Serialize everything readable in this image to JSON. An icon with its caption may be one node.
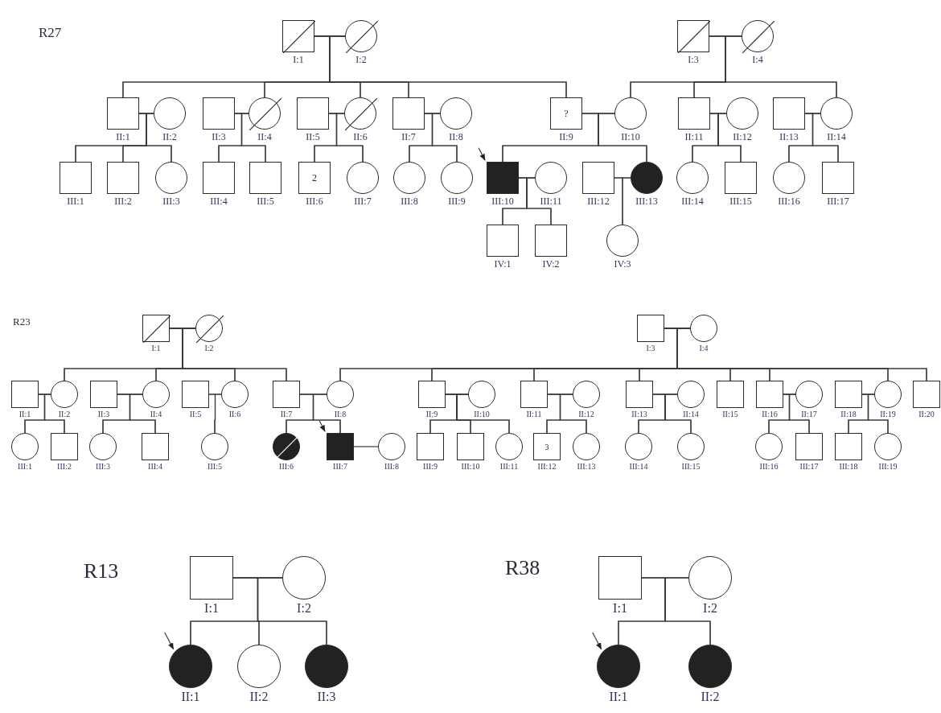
{
  "diagram": {
    "nodes": [
      {
        "text": [],
        "shape": "box",
        "beside": [
          "I:1"
        ]
      },
      {
        "text": [],
        "shape": "circle",
        "beside": [
          "I:2"
        ]
      },
      {
        "text": [],
        "shape": "box",
        "beside": [
          "I:3"
        ]
      },
      {
        "text": [],
        "shape": "circle",
        "beside": [
          "I:4"
        ]
      },
      {
        "text": [],
        "shape": "box",
        "beside": [
          "II:1"
        ]
      },
      {
        "text": [],
        "shape": "circle",
        "beside": [
          "II:2"
        ]
      },
      {
        "text": [],
        "shape": "box",
        "beside": [
          "II:3"
        ]
      },
      {
        "text": [],
        "shape": "circle",
        "beside": [
          "II:4"
        ]
      },
      {
        "text": [],
        "shape": "box",
        "beside": [
          "II:5"
        ]
      },
      {
        "text": [],
        "shape": "circle",
        "beside": [
          "II:6"
        ]
      },
      {
        "text": [],
        "shape": "box",
        "beside": [
          "II:7"
        ]
      },
      {
        "text": [],
        "shape": "circle",
        "beside": [
          "II:8"
        ]
      },
      {
        "text": [
          "?"
        ],
        "beside": [
          "II:9"
        ]
      },
      {
        "text": [],
        "shape": "circle",
        "beside": [
          "II:10"
        ]
      },
      {
        "text": [],
        "shape": "box",
        "beside": [
          "II:11"
        ]
      },
      {
        "text": [],
        "shape": "circle",
        "beside": [
          "II:12"
        ]
      },
      {
        "text": [],
        "shape": "box",
        "beside": [
          "II:13"
        ]
      },
      {
        "text": [],
        "shape": "circle",
        "beside": [
          "II:14"
        ]
      },
      {
        "text": [],
        "shape": "box",
        "beside": [
          "III:1"
        ]
      },
      {
        "text": [],
        "shape": "box",
        "beside": [
          "III:2"
        ]
      },
      {
        "text": [],
        "shape": "circle",
        "beside": [
          "III:3"
        ]
      },
      {
        "text": [],
        "shape": "box",
        "beside": [
          "III:4"
        ]
      },
      {
        "text": [],
        "shape": "box",
        "beside": [
          "III:5"
        ]
      },
      {
        "text": [
          "2"
        ],
        "beside": [
          "III:6"
        ]
      },
      {
        "text": [],
        "shape": "circle",
        "beside": [
          "III:7"
        ]
      },
      {
        "text": [],
        "shape": "circle",
        "beside": [
          "III:8"
        ]
      },
      {
        "text": [],
        "shape": "circle",
        "beside": [
          "III:9"
        ]
      },
      {
        "text": [],
        "shape": "box",
        "beside": [
          "III:10"
        ]
      },
      {
        "text": [],
        "shape": "circle",
        "beside": [
          "III:11"
        ]
      },
      {
        "text": [],
        "shape": "box",
        "beside": [
          "III:12"
        ]
      },
      {
        "text": [],
        "shape": "circle",
        "beside": [
          "III:13"
        ]
      },
      {
        "text": [],
        "shape": "circle",
        "beside": [
          "III:14"
        ]
      },
      {
        "text": [],
        "shape": "box",
        "beside": [
          "III:15"
        ]
      },
      {
        "text": [],
        "shape": "circle",
        "beside": [
          "III:16"
        ]
      },
      {
        "text": [],
        "shape": "box",
        "beside": [
          "III:17"
        ]
      },
      {
        "text": [],
        "shape": "box",
        "beside": [
          "IV:1"
        ]
      },
      {
        "text": [],
        "shape": "box",
        "beside": [
          "IV:2"
        ]
      },
      {
        "text": [],
        "shape": "circle",
        "beside": [
          "IV:3"
        ]
      },
      {
        "text": [],
        "shape": "box",
        "beside": [
          "I:1"
        ]
      },
      {
        "text": [],
        "shape": "circle",
        "beside": [
          "I:2"
        ]
      },
      {
        "text": [],
        "shape": "box",
        "beside": [
          "I:3"
        ]
      },
      {
        "text": [],
        "shape": "circle",
        "beside": [
          "I:4"
        ]
      },
      {
        "text": [],
        "shape": "box",
        "beside": [
          "II:1"
        ]
      },
      {
        "text": [],
        "shape": "circle",
        "beside": [
          "II:2"
        ]
      },
      {
        "text": [],
        "shape": "box",
        "beside": [
          "II:3"
        ]
      },
      {
        "text": [],
        "shape": "circle",
        "beside": [
          "II:4"
        ]
      },
      {
        "text": [],
        "shape": "box",
        "beside": [
          "II:5"
        ]
      },
      {
        "text": [],
        "shape": "circle",
        "beside": [
          "II:6"
        ]
      },
      {
        "text": [],
        "shape": "box",
        "beside": [
          "II:7"
        ]
      },
      {
        "text": [],
        "shape": "circle",
        "beside": [
          "II:8"
        ]
      },
      {
        "text": [],
        "shape": "box",
        "beside": [
          "II:9"
        ]
      },
      {
        "text": [],
        "shape": "circle",
        "beside": [
          "II:10"
        ]
      },
      {
        "text": [],
        "shape": "box",
        "beside": [
          "II:11"
        ]
      },
      {
        "text": [],
        "shape": "circle",
        "beside": [
          "II:12"
        ]
      },
      {
        "text": [],
        "shape": "box",
        "beside": [
          "II:13"
        ]
      },
      {
        "text": [],
        "shape": "circle",
        "beside": [
          "II:14"
        ]
      },
      {
        "text": [],
        "shape": "box",
        "beside": [
          "II:15"
        ]
      },
      {
        "text": [],
        "shape": "box",
        "beside": [
          "II:16"
        ]
      },
      {
        "text": [],
        "shape": "circle",
        "beside": [
          "II:17"
        ]
      },
      {
        "text": [],
        "shape": "box",
        "beside": [
          "II:18"
        ]
      },
      {
        "text": [],
        "shape": "circle",
        "beside": [
          "II:19"
        ]
      },
      {
        "text": [],
        "shape": "box",
        "beside": [
          "II:20"
        ]
      },
      {
        "text": [],
        "shape": "circle",
        "beside": [
          "III:1"
        ]
      },
      {
        "text": [],
        "shape": "box",
        "beside": [
          "III:2"
        ]
      },
      {
        "text": [],
        "shape": "circle",
        "beside": [
          "III:3"
        ]
      },
      {
        "text": [],
        "shape": "box",
        "beside": [
          "III:4"
        ]
      },
      {
        "text": [],
        "shape": "circle",
        "beside": [
          "III:5"
        ]
      },
      {
        "text": [],
        "shape": "circle",
        "beside": [
          "III:6"
        ]
      },
      {
        "text": [],
        "shape": "box",
        "beside": [
          "III:7"
        ]
      },
      {
        "text": [],
        "shape": "circle",
        "beside": [
          "III:8"
        ]
      },
      {
        "text": [],
        "shape": "box",
        "beside": [
          "III:9"
        ]
      },
      {
        "text": [],
        "shape": "box",
        "beside": [
          "III:10"
        ]
      },
      {
        "text": [],
        "shape": "circle",
        "beside": [
          "III:11"
        ]
      },
      {
        "text": [
          "3"
        ],
        "beside": [
          "III:12"
        ]
      },
      {
        "text": [],
        "shape": "circle",
        "beside": [
          "III:13"
        ]
      },
      {
        "text": [],
        "shape": "circle",
        "beside": [
          "III:14"
        ]
      },
      {
        "text": [],
        "shape": "circle",
        "beside": [
          "III:15"
        ]
      },
      {
        "text": [],
        "shape": "circle",
        "beside": [
          "III:16"
        ]
      },
      {
        "text": [],
        "shape": "box",
        "beside": [
          "III:17"
        ]
      },
      {
        "text": [],
        "shape": "box",
        "beside": [
          "III:18"
        ]
      },
      {
        "text": [],
        "shape": "circle",
        "beside": [
          "III:19"
        ]
      },
      {
        "text": [],
        "shape": "box",
        "beside": [
          "I:1"
        ]
      },
      {
        "text": [],
        "shape": "circle",
        "beside": [
          "I:2"
        ]
      },
      {
        "text": [],
        "shape": "circle",
        "beside": [
          "II:1"
        ]
      },
      {
        "text": [],
        "shape": "circle",
        "beside": [
          "II:2"
        ]
      },
      {
        "text": [],
        "shape": "circle",
        "beside": [
          "II:3"
        ]
      },
      {
        "text": [],
        "shape": "box",
        "beside": [
          "I:1"
        ]
      },
      {
        "text": [],
        "shape": "circle",
        "beside": [
          "I:2"
        ]
      },
      {
        "text": [],
        "shape": "circle",
        "beside": [
          "II:1"
        ]
      },
      {
        "text": [],
        "shape": "circle",
        "beside": [
          "II:2"
        ]
      }
    ],
    "edges": [
      {
        "from": 0,
        "to": 1,
        "arrow": "none"
      },
      {
        "from": 0,
        "to": 4,
        "arrow": "none"
      },
      {
        "from": 1,
        "to": 4,
        "arrow": "none"
      },
      {
        "from": 0,
        "to": 7,
        "arrow": "none"
      },
      {
        "from": 1,
        "to": 7,
        "arrow": "none"
      },
      {
        "from": 0,
        "to": 9,
        "arrow": "none"
      },
      {
        "from": 1,
        "to": 9,
        "arrow": "none"
      },
      {
        "from": 0,
        "to": 10,
        "arrow": "none"
      },
      {
        "from": 1,
        "to": 10,
        "arrow": "none"
      },
      {
        "from": 0,
        "to": 12,
        "arrow": "none"
      },
      {
        "from": 1,
        "to": 12,
        "arrow": "none"
      },
      {
        "from": 2,
        "to": 3,
        "arrow": "none"
      },
      {
        "from": 2,
        "to": 13,
        "arrow": "none"
      },
      {
        "from": 3,
        "to": 13,
        "arrow": "none"
      },
      {
        "from": 2,
        "to": 14,
        "arrow": "none"
      },
      {
        "from": 3,
        "to": 14,
        "arrow": "none"
      },
      {
        "from": 2,
        "to": 17,
        "arrow": "none"
      },
      {
        "from": 3,
        "to": 17,
        "arrow": "none"
      },
      {
        "from": 4,
        "to": 5,
        "arrow": "none"
      },
      {
        "from": 4,
        "to": 18,
        "arrow": "none"
      },
      {
        "from": 5,
        "to": 18,
        "arrow": "none"
      },
      {
        "from": 4,
        "to": 19,
        "arrow": "none"
      },
      {
        "from": 5,
        "to": 19,
        "arrow": "none"
      },
      {
        "from": 4,
        "to": 20,
        "arrow": "none"
      },
      {
        "from": 5,
        "to": 20,
        "arrow": "none"
      },
      {
        "from": 6,
        "to": 7,
        "arrow": "none"
      },
      {
        "from": 6,
        "to": 21,
        "arrow": "none"
      },
      {
        "from": 7,
        "to": 21,
        "arrow": "none"
      },
      {
        "from": 6,
        "to": 22,
        "arrow": "none"
      },
      {
        "from": 7,
        "to": 22,
        "arrow": "none"
      },
      {
        "from": 8,
        "to": 9,
        "arrow": "none"
      },
      {
        "from": 8,
        "to": 23,
        "arrow": "none"
      },
      {
        "from": 9,
        "to": 23,
        "arrow": "none"
      },
      {
        "from": 8,
        "to": 24,
        "arrow": "none"
      },
      {
        "from": 9,
        "to": 24,
        "arrow": "none"
      },
      {
        "from": 10,
        "to": 11,
        "arrow": "none"
      },
      {
        "from": 10,
        "to": 25,
        "arrow": "none"
      },
      {
        "from": 11,
        "to": 25,
        "arrow": "none"
      },
      {
        "from": 10,
        "to": 26,
        "arrow": "none"
      },
      {
        "from": 11,
        "to": 26,
        "arrow": "none"
      },
      {
        "from": 12,
        "to": 13,
        "arrow": "none"
      },
      {
        "from": 12,
        "to": 27,
        "arrow": "none"
      },
      {
        "from": 13,
        "to": 27,
        "arrow": "none"
      },
      {
        "from": 12,
        "to": 30,
        "arrow": "none"
      },
      {
        "from": 13,
        "to": 30,
        "arrow": "none"
      },
      {
        "from": 14,
        "to": 15,
        "arrow": "none"
      },
      {
        "from": 14,
        "to": 31,
        "arrow": "none"
      },
      {
        "from": 15,
        "to": 31,
        "arrow": "none"
      },
      {
        "from": 14,
        "to": 32,
        "arrow": "none"
      },
      {
        "from": 15,
        "to": 32,
        "arrow": "none"
      },
      {
        "from": 16,
        "to": 17,
        "arrow": "none"
      },
      {
        "from": 16,
        "to": 33,
        "arrow": "none"
      },
      {
        "from": 17,
        "to": 33,
        "arrow": "none"
      },
      {
        "from": 16,
        "to": 34,
        "arrow": "none"
      },
      {
        "from": 17,
        "to": 34,
        "arrow": "none"
      },
      {
        "from": 27,
        "to": 28,
        "arrow": "none"
      },
      {
        "from": 27,
        "to": 35,
        "arrow": "none"
      },
      {
        "from": 28,
        "to": 35,
        "arrow": "none"
      },
      {
        "from": 27,
        "to": 36,
        "arrow": "none"
      },
      {
        "from": 28,
        "to": 36,
        "arrow": "none"
      },
      {
        "from": 29,
        "to": 30,
        "arrow": "none"
      },
      {
        "from": 29,
        "to": 37,
        "arrow": "none"
      },
      {
        "from": 30,
        "to": 37,
        "arrow": "none"
      },
      {
        "from": null,
        "to": 27,
        "arrow": "to"
      },
      {
        "from": 38,
        "to": 39,
        "arrow": "none"
      },
      {
        "from": 38,
        "to": 43,
        "arrow": "none"
      },
      {
        "from": 39,
        "to": 43,
        "arrow": "none"
      },
      {
        "from": 38,
        "to": 45,
        "arrow": "none"
      },
      {
        "from": 39,
        "to": 45,
        "arrow": "none"
      },
      {
        "from": 38,
        "to": 47,
        "arrow": "none"
      },
      {
        "from": 39,
        "to": 47,
        "arrow": "none"
      },
      {
        "from": 38,
        "to": 48,
        "arrow": "none"
      },
      {
        "from": 39,
        "to": 48,
        "arrow": "none"
      },
      {
        "from": 40,
        "to": 41,
        "arrow": "none"
      },
      {
        "from": 40,
        "to": 49,
        "arrow": "none"
      },
      {
        "from": 41,
        "to": 49,
        "arrow": "none"
      },
      {
        "from": 40,
        "to": 50,
        "arrow": "none"
      },
      {
        "from": 41,
        "to": 50,
        "arrow": "none"
      },
      {
        "from": 40,
        "to": 52,
        "arrow": "none"
      },
      {
        "from": 41,
        "to": 52,
        "arrow": "none"
      },
      {
        "from": 40,
        "to": 54,
        "arrow": "none"
      },
      {
        "from": 41,
        "to": 54,
        "arrow": "none"
      },
      {
        "from": 40,
        "to": 56,
        "arrow": "none"
      },
      {
        "from": 41,
        "to": 56,
        "arrow": "none"
      },
      {
        "from": 40,
        "to": 57,
        "arrow": "none"
      },
      {
        "from": 41,
        "to": 57,
        "arrow": "none"
      },
      {
        "from": 40,
        "to": 60,
        "arrow": "none"
      },
      {
        "from": 41,
        "to": 60,
        "arrow": "none"
      },
      {
        "from": 40,
        "to": 61,
        "arrow": "none"
      },
      {
        "from": 41,
        "to": 61,
        "arrow": "none"
      },
      {
        "from": 42,
        "to": 43,
        "arrow": "none"
      },
      {
        "from": 42,
        "to": 62,
        "arrow": "none"
      },
      {
        "from": 43,
        "to": 62,
        "arrow": "none"
      },
      {
        "from": 42,
        "to": 63,
        "arrow": "none"
      },
      {
        "from": 43,
        "to": 63,
        "arrow": "none"
      },
      {
        "from": 44,
        "to": 45,
        "arrow": "none"
      },
      {
        "from": 44,
        "to": 64,
        "arrow": "none"
      },
      {
        "from": 45,
        "to": 64,
        "arrow": "none"
      },
      {
        "from": 44,
        "to": 65,
        "arrow": "none"
      },
      {
        "from": 45,
        "to": 65,
        "arrow": "none"
      },
      {
        "from": 46,
        "to": 47,
        "arrow": "none"
      },
      {
        "from": 46,
        "to": 66,
        "arrow": "none"
      },
      {
        "from": 47,
        "to": 66,
        "arrow": "none"
      },
      {
        "from": 48,
        "to": 49,
        "arrow": "none"
      },
      {
        "from": 48,
        "to": 67,
        "arrow": "none"
      },
      {
        "from": 49,
        "to": 67,
        "arrow": "none"
      },
      {
        "from": 48,
        "to": 68,
        "arrow": "none"
      },
      {
        "from": 49,
        "to": 68,
        "arrow": "none"
      },
      {
        "from": 68,
        "to": 69,
        "arrow": "none"
      },
      {
        "from": null,
        "to": 68,
        "arrow": "to"
      },
      {
        "from": 50,
        "to": 51,
        "arrow": "none"
      },
      {
        "from": 50,
        "to": 70,
        "arrow": "none"
      },
      {
        "from": 51,
        "to": 70,
        "arrow": "none"
      },
      {
        "from": 50,
        "to": 71,
        "arrow": "none"
      },
      {
        "from": 51,
        "to": 71,
        "arrow": "none"
      },
      {
        "from": 50,
        "to": 72,
        "arrow": "none"
      },
      {
        "from": 51,
        "to": 72,
        "arrow": "none"
      },
      {
        "from": 52,
        "to": 53,
        "arrow": "none"
      },
      {
        "from": 52,
        "to": 73,
        "arrow": "none"
      },
      {
        "from": 53,
        "to": 73,
        "arrow": "none"
      },
      {
        "from": 52,
        "to": 74,
        "arrow": "none"
      },
      {
        "from": 53,
        "to": 74,
        "arrow": "none"
      },
      {
        "from": 54,
        "to": 55,
        "arrow": "none"
      },
      {
        "from": 54,
        "to": 75,
        "arrow": "none"
      },
      {
        "from": 55,
        "to": 75,
        "arrow": "none"
      },
      {
        "from": 54,
        "to": 76,
        "arrow": "none"
      },
      {
        "from": 55,
        "to": 76,
        "arrow": "none"
      },
      {
        "from": 57,
        "to": 58,
        "arrow": "none"
      },
      {
        "from": 57,
        "to": 77,
        "arrow": "none"
      },
      {
        "from": 58,
        "to": 77,
        "arrow": "none"
      },
      {
        "from": 57,
        "to": 78,
        "arrow": "none"
      },
      {
        "from": 58,
        "to": 78,
        "arrow": "none"
      },
      {
        "from": 59,
        "to": 60,
        "arrow": "none"
      },
      {
        "from": 59,
        "to": 79,
        "arrow": "none"
      },
      {
        "from": 60,
        "to": 79,
        "arrow": "none"
      },
      {
        "from": 59,
        "to": 80,
        "arrow": "none"
      },
      {
        "from": 60,
        "to": 80,
        "arrow": "none"
      },
      {
        "from": 81,
        "to": 82,
        "arrow": "none"
      },
      {
        "from": 81,
        "to": 83,
        "arrow": "none"
      },
      {
        "from": 82,
        "to": 83,
        "arrow": "none"
      },
      {
        "from": 81,
        "to": 84,
        "arrow": "none"
      },
      {
        "from": 82,
        "to": 84,
        "arrow": "none"
      },
      {
        "from": 81,
        "to": 85,
        "arrow": "none"
      },
      {
        "from": 82,
        "to": 85,
        "arrow": "none"
      },
      {
        "from": null,
        "to": 83,
        "arrow": "to"
      },
      {
        "from": 86,
        "to": 87,
        "arrow": "none"
      },
      {
        "from": 86,
        "to": 88,
        "arrow": "none"
      },
      {
        "from": 87,
        "to": 88,
        "arrow": "none"
      },
      {
        "from": 86,
        "to": 89,
        "arrow": "none"
      },
      {
        "from": 87,
        "to": 89,
        "arrow": "none"
      },
      {
        "from": null,
        "to": 88,
        "arrow": "to"
      }
    ],
    "labels": [
      "R27",
      "R23",
      "R13",
      "R38"
    ]
  }
}
